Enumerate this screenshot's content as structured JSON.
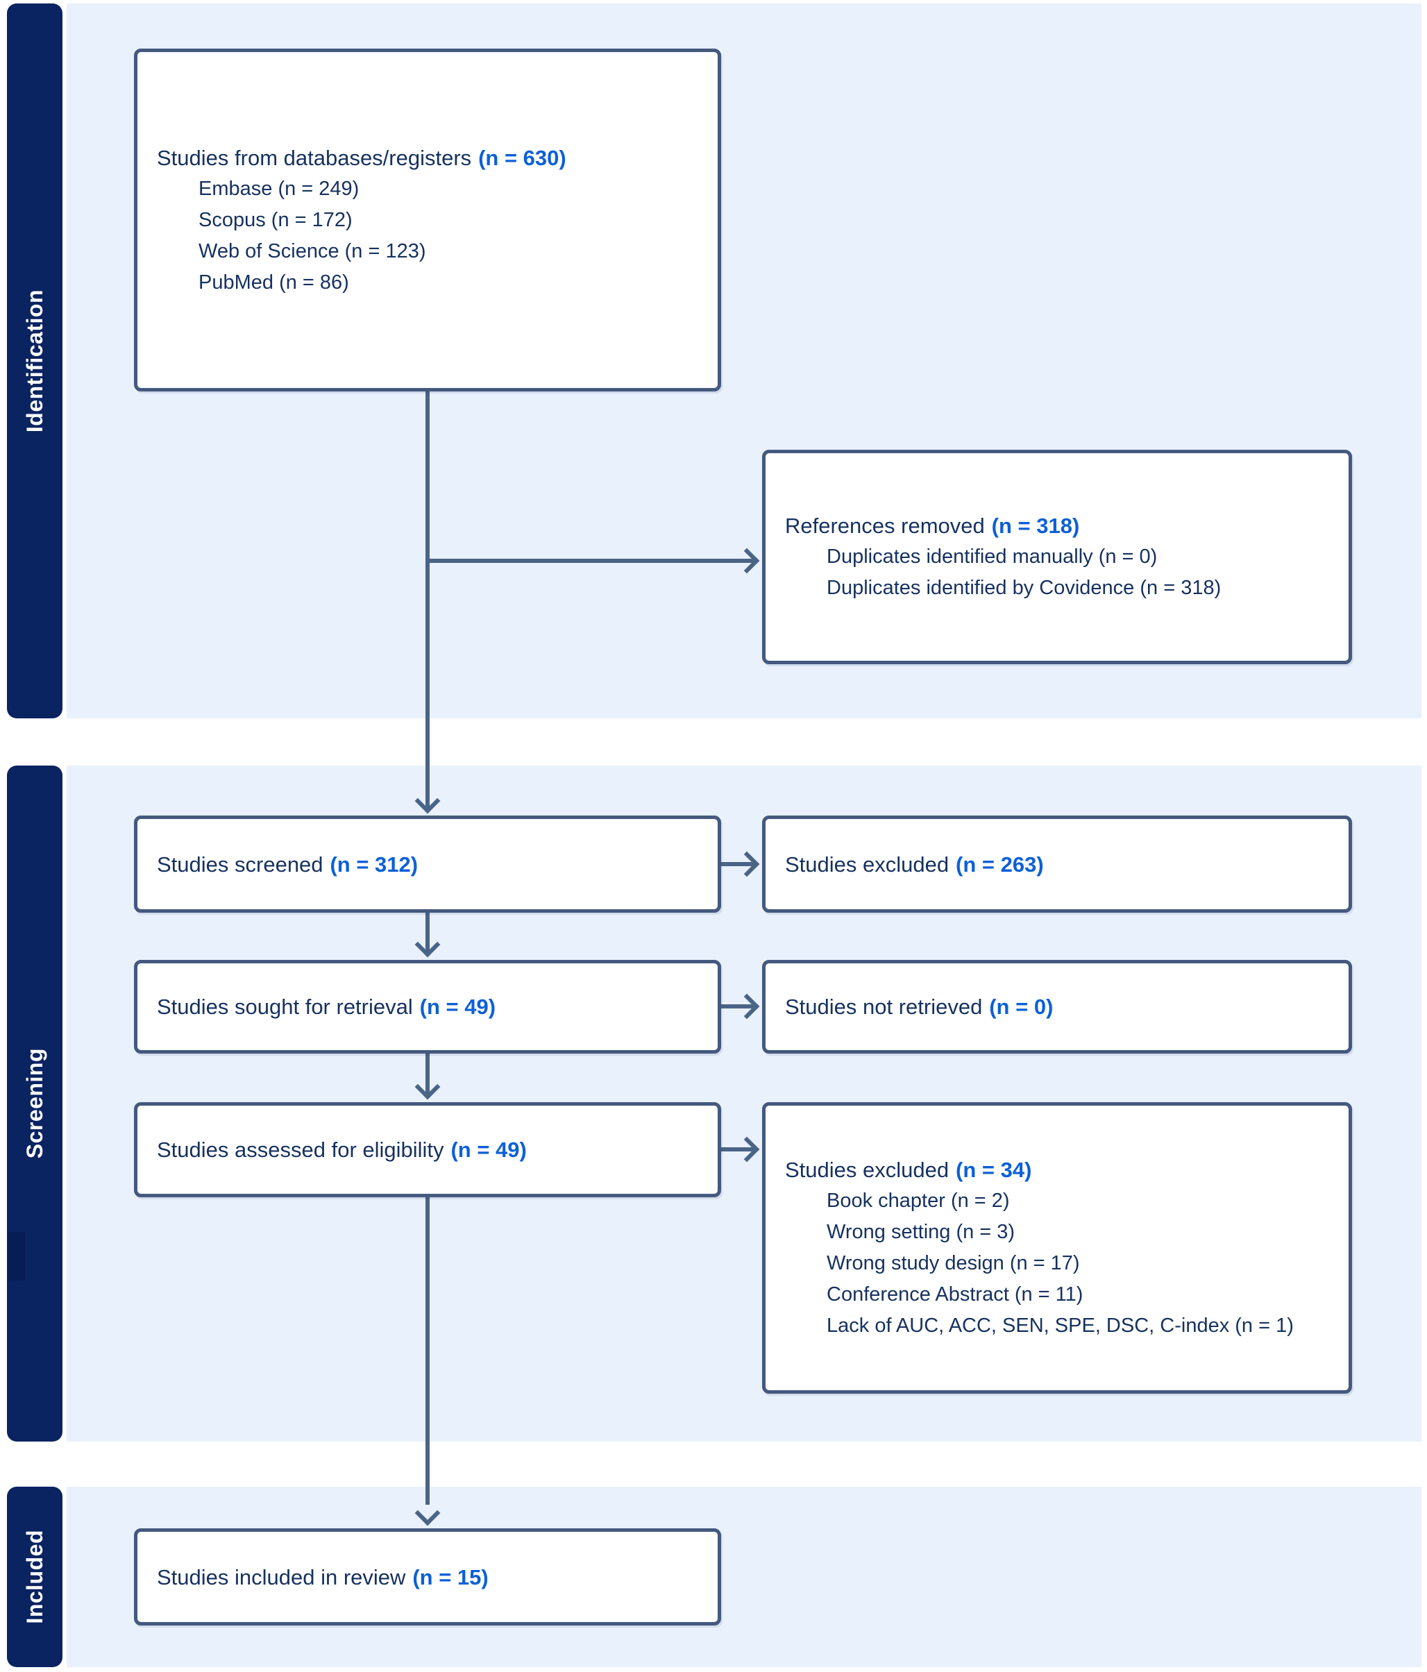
{
  "sections": [
    {
      "label": "Identification"
    },
    {
      "label": "Screening"
    },
    {
      "label": "Included"
    }
  ],
  "boxes": {
    "databases": {
      "title": "Studies from databases/registers",
      "count": "(n = 630)",
      "items": [
        "Embase (n = 249)",
        "Scopus (n = 172)",
        "Web of Science (n = 123)",
        "PubMed (n = 86)"
      ]
    },
    "references_removed": {
      "title": "References removed",
      "count": "(n = 318)",
      "items": [
        "Duplicates identified manually (n = 0)",
        "Duplicates identified by Covidence (n = 318)"
      ]
    },
    "screened": {
      "title": "Studies screened",
      "count": "(n = 312)"
    },
    "excluded_screened": {
      "title": "Studies excluded",
      "count": "(n = 263)"
    },
    "sought": {
      "title": "Studies sought for retrieval",
      "count": "(n = 49)"
    },
    "not_retrieved": {
      "title": "Studies not retrieved",
      "count": "(n = 0)"
    },
    "assessed": {
      "title": "Studies assessed for eligibility",
      "count": "(n = 49)"
    },
    "excluded_assessed": {
      "title": "Studies excluded",
      "count": "(n = 34)",
      "items": [
        "Book chapter (n = 2)",
        "Wrong setting (n = 3)",
        "Wrong study design (n = 17)",
        "Conference Abstract (n = 11)",
        "Lack of AUC, ACC, SEN, SPE, DSC, C-index (n = 1)"
      ]
    },
    "included": {
      "title": "Studies included in review",
      "count": "(n = 15)"
    }
  },
  "palette": {
    "bar_navy": "#0a2361",
    "panel_blue": "#e9f1fc",
    "box_border": "#44597e",
    "arrow": "#4a6486",
    "text_navy": "#16315f",
    "count_blue": "#0c60d8"
  }
}
